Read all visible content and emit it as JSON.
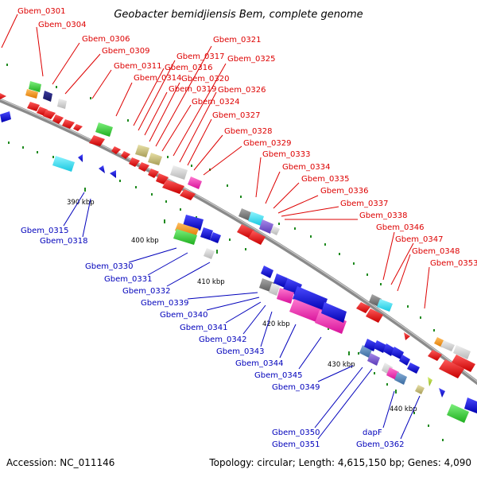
{
  "title": "Geobacter bemidjiensis Bem, complete genome",
  "footer": {
    "accession": "Accession: NC_011146",
    "summary": "Topology: circular; Length: 4,615,150 bp; Genes: 4,090"
  },
  "colors": {
    "forward_label": "#dd0000",
    "reverse_label": "#0000bb",
    "backbone": "#8a8a8a",
    "tick_dot": "#1e8a1e"
  },
  "kbp_ticks": [
    {
      "label": "390 kbp"
    },
    {
      "label": "400 kbp"
    },
    {
      "label": "410 kbp"
    },
    {
      "label": "420 kbp"
    },
    {
      "label": "430 kbp"
    },
    {
      "label": "440 kbp"
    }
  ],
  "forward_genes": [
    {
      "label": "Gbem_0301"
    },
    {
      "label": "Gbem_0304"
    },
    {
      "label": "Gbem_0306"
    },
    {
      "label": "Gbem_0309"
    },
    {
      "label": "Gbem_0311"
    },
    {
      "label": "Gbem_0314"
    },
    {
      "label": "Gbem_0316"
    },
    {
      "label": "Gbem_0317"
    },
    {
      "label": "Gbem_0319"
    },
    {
      "label": "Gbem_0320"
    },
    {
      "label": "Gbem_0321"
    },
    {
      "label": "Gbem_0324"
    },
    {
      "label": "Gbem_0325"
    },
    {
      "label": "Gbem_0326"
    },
    {
      "label": "Gbem_0327"
    },
    {
      "label": "Gbem_0328"
    },
    {
      "label": "Gbem_0329"
    },
    {
      "label": "Gbem_0333"
    },
    {
      "label": "Gbem_0334"
    },
    {
      "label": "Gbem_0335"
    },
    {
      "label": "Gbem_0336"
    },
    {
      "label": "Gbem_0337"
    },
    {
      "label": "Gbem_0338"
    },
    {
      "label": "Gbem_0346"
    },
    {
      "label": "Gbem_0347"
    },
    {
      "label": "Gbem_0348"
    },
    {
      "label": "Gbem_0353"
    }
  ],
  "reverse_genes": [
    {
      "label": "Gbem_0315"
    },
    {
      "label": "Gbem_0318"
    },
    {
      "label": "Gbem_0330"
    },
    {
      "label": "Gbem_0331"
    },
    {
      "label": "Gbem_0332"
    },
    {
      "label": "Gbem_0339"
    },
    {
      "label": "Gbem_0340"
    },
    {
      "label": "Gbem_0341"
    },
    {
      "label": "Gbem_0342"
    },
    {
      "label": "Gbem_0343"
    },
    {
      "label": "Gbem_0344"
    },
    {
      "label": "Gbem_0345"
    },
    {
      "label": "Gbem_0349"
    },
    {
      "label": "Gbem_0350"
    },
    {
      "label": "Gbem_0351"
    },
    {
      "label": "dapF"
    },
    {
      "label": "Gbem_0362"
    }
  ]
}
